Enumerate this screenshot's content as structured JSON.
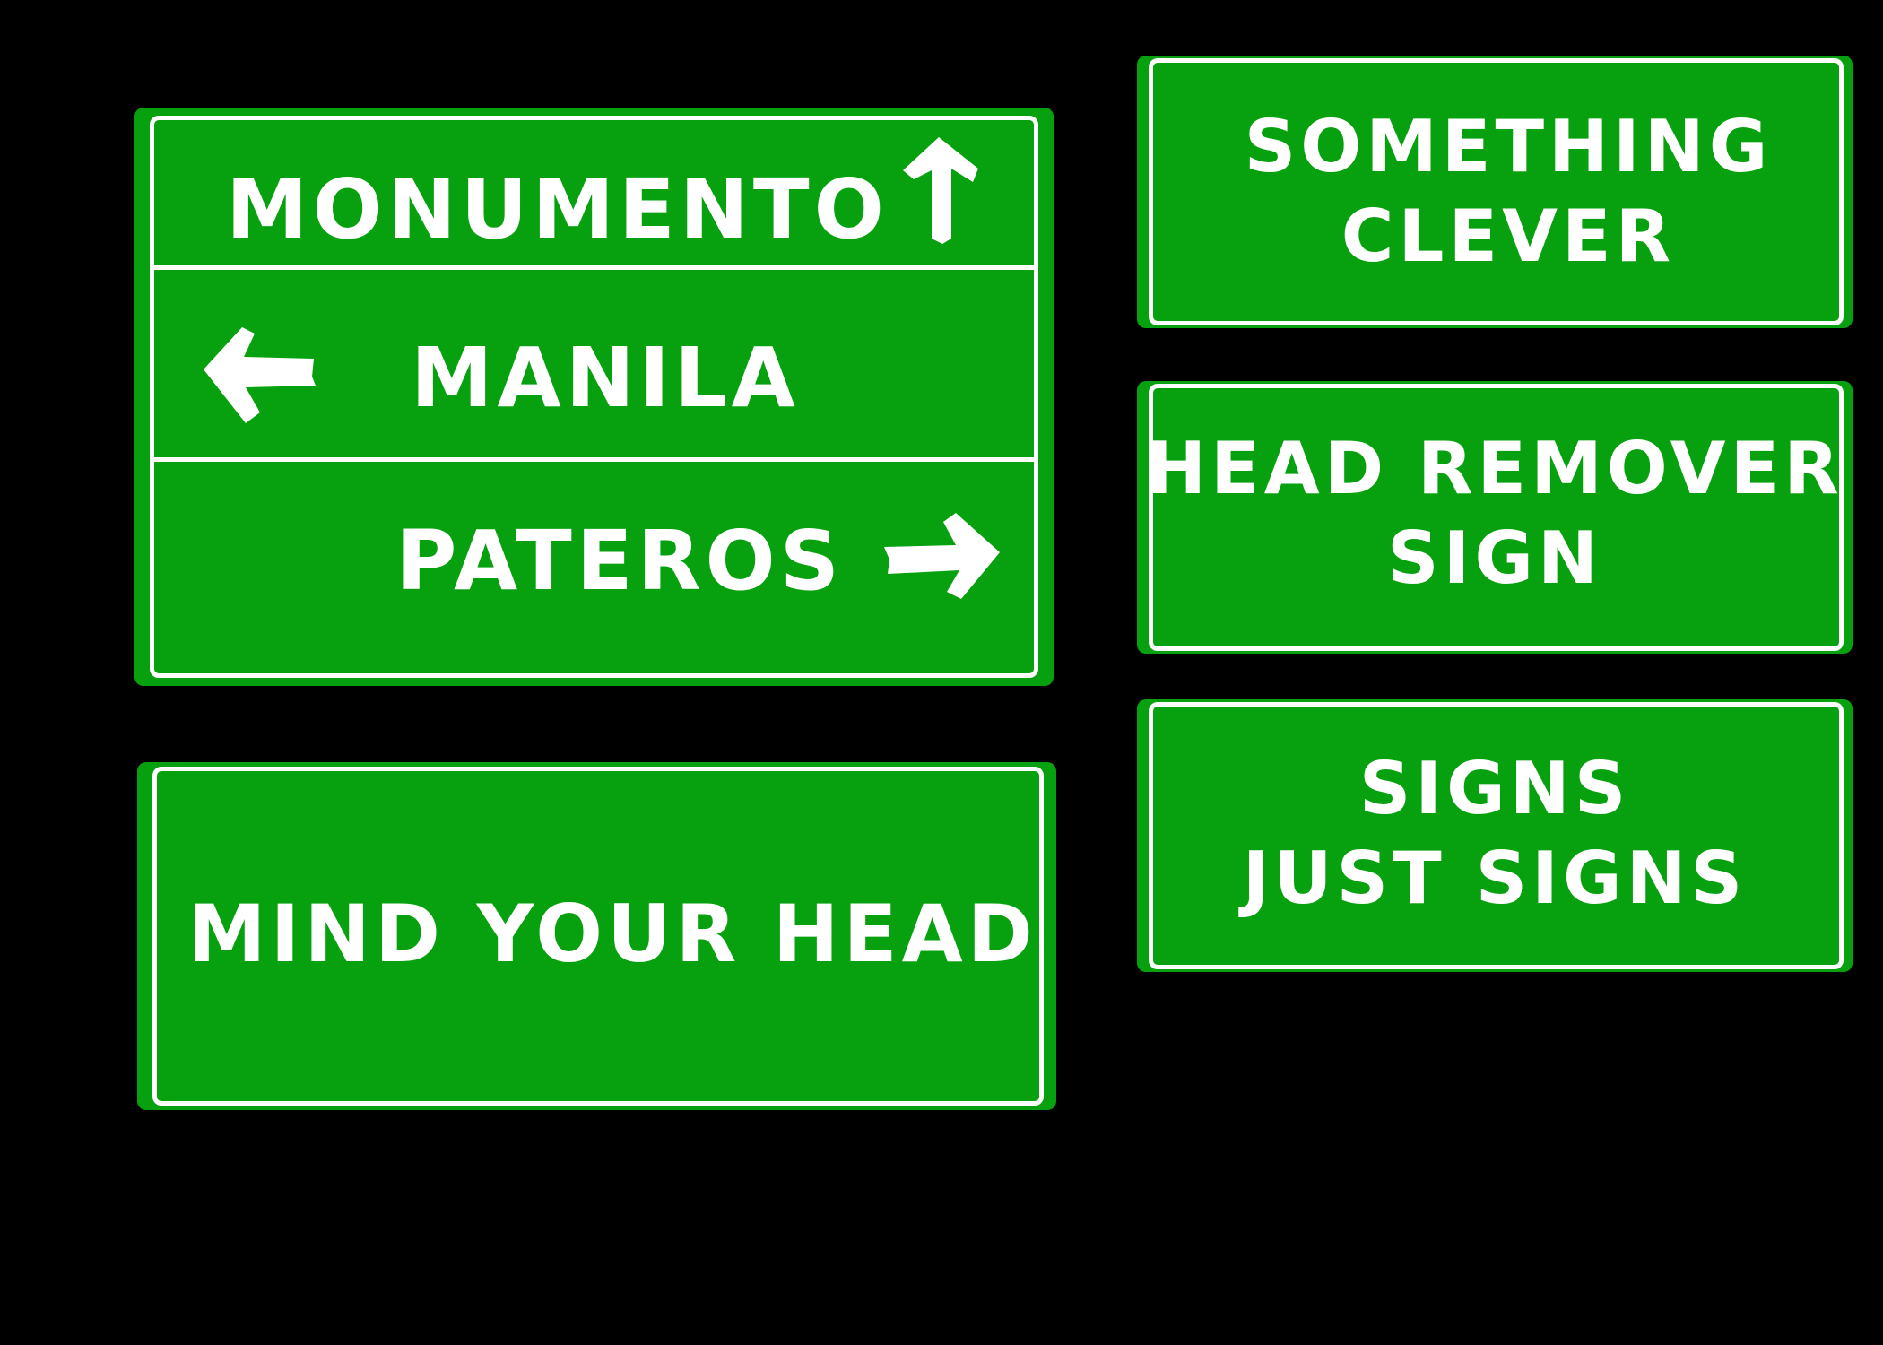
{
  "colors": {
    "background": "#000000",
    "sign_green": "#07a10f",
    "sign_text": "#ffffff"
  },
  "directions_sign": {
    "rows": [
      {
        "label": "MONUMENTO",
        "arrow": "up-arrow-icon"
      },
      {
        "label": "MANILA",
        "arrow": "left-arrow-icon"
      },
      {
        "label": "PATEROS",
        "arrow": "right-arrow-icon"
      }
    ]
  },
  "mind_sign": {
    "label": "MIND YOUR HEAD"
  },
  "clever_sign": {
    "line1": "SOMETHING",
    "line2": "CLEVER"
  },
  "head_remover_sign": {
    "line1": "HEAD REMOVER",
    "line2": "SIGN"
  },
  "signs_sign": {
    "line1": "SIGNS",
    "line2": "JUST SIGNS"
  }
}
